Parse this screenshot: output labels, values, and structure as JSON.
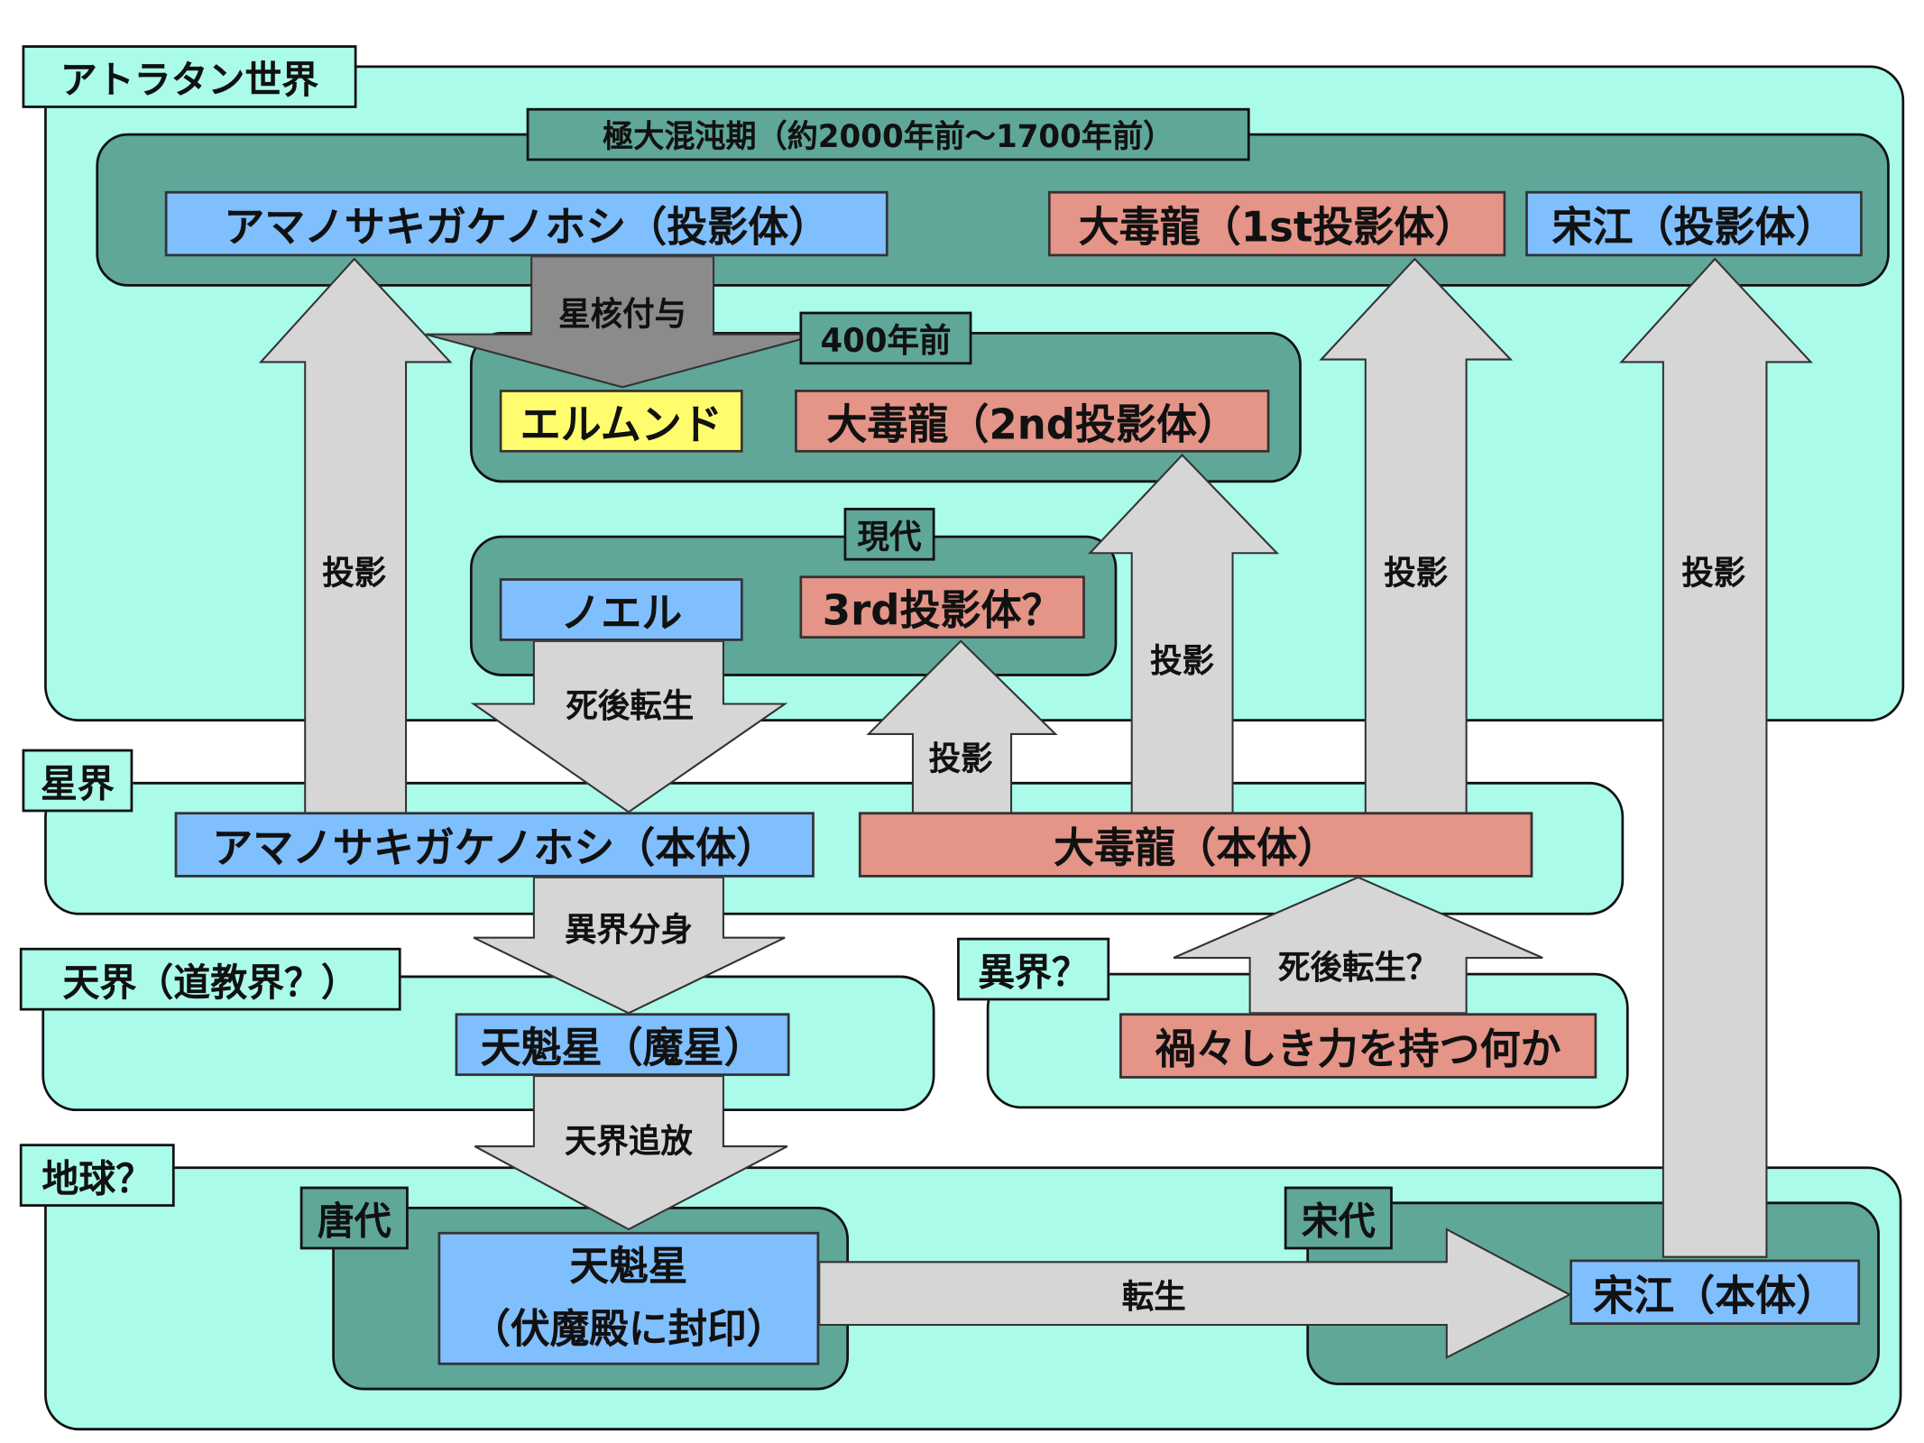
{
  "regions": {
    "atlantan": "アトラタン世界",
    "stellar": "星界",
    "heaven": "天界（道教界？）",
    "otherworld": "異界？",
    "earth": "地球？"
  },
  "eras": {
    "chaos": "極大混沌期（約2000年前〜1700年前）",
    "ago400": "400年前",
    "present": "現代",
    "tang": "唐代",
    "song": "宋代"
  },
  "boxes": {
    "amano_projection": "アマノサキガケノホシ（投影体）",
    "dragon_1st": "大毒龍（1st投影体）",
    "songjiang_projection": "宋江（投影体）",
    "elmund": "エルムンド",
    "dragon_2nd": "大毒龍（2nd投影体）",
    "noel": "ノエル",
    "third_projection": "3rd投影体？",
    "amano_main": "アマノサキガケノホシ（本体）",
    "dragon_main": "大毒龍（本体）",
    "tenkai_star": "天魁星（魔星）",
    "evil_power": "禍々しき力を持つ何か",
    "tenkai_sealed_1": "天魁星",
    "tenkai_sealed_2": "（伏魔殿に封印）",
    "songjiang_main": "宋江（本体）"
  },
  "arrows": {
    "projection": "投影",
    "star_core": "星核付与",
    "reincarnation_death": "死後転生",
    "reincarnation_death_q": "死後転生？",
    "split": "異界分身",
    "exile": "天界追放",
    "rebirth": "転生"
  },
  "colors": {
    "region_fill": "#aafbe9",
    "era_fill": "#5fa799",
    "blue_box": "#80bffe",
    "red_box": "#e59488",
    "yellow_box": "#fffd6d",
    "arrow_gray": "#d6d6d6",
    "arrow_dark": "#8b8b8b"
  }
}
